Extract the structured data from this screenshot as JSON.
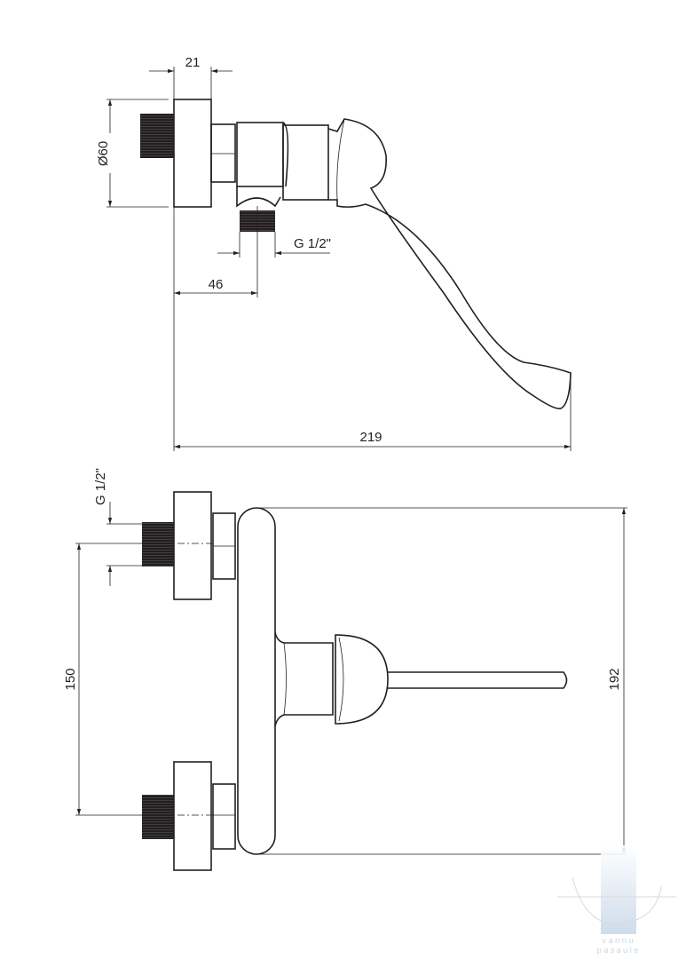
{
  "top_view": {
    "dim_flange_depth": "21",
    "dim_flange_diameter": "Ø60",
    "dim_outlet_thread": "G 1/2\"",
    "dim_outlet_offset": "46",
    "dim_total_length": "219"
  },
  "front_view": {
    "dim_inlet_thread": "G 1/2\"",
    "dim_inlet_spacing": "150",
    "dim_total_height": "192"
  },
  "watermark": {
    "line1": "vannu",
    "line2": "pasaule"
  },
  "colors": {
    "line": "#231f20",
    "watermark": "#c7d3df"
  }
}
